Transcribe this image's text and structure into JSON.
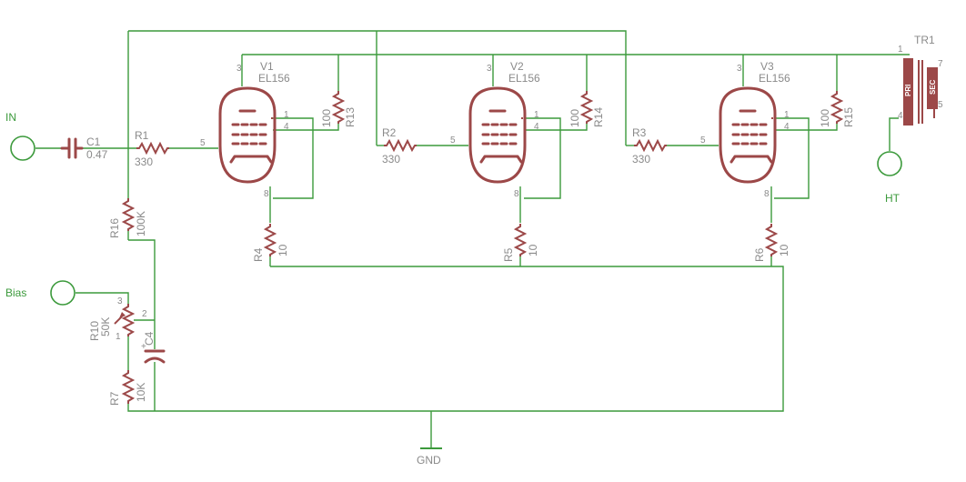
{
  "ports": {
    "in": "IN",
    "bias": "Bias",
    "ht": "HT",
    "gnd": "GND"
  },
  "input_cap": {
    "ref": "C1",
    "value": "0.47"
  },
  "bias_cap": {
    "ref": "C4"
  },
  "pot": {
    "ref": "R10",
    "value": "50K",
    "pins": [
      "1",
      "2",
      "3"
    ]
  },
  "bias_resistors": [
    {
      "ref": "R16",
      "value": "100K"
    },
    {
      "ref": "R7",
      "value": "10K"
    }
  ],
  "stages": [
    {
      "tube": "V1",
      "tube_type": "EL156",
      "grid_res": {
        "ref": "R1",
        "value": "330"
      },
      "screen_res": {
        "ref": "R13",
        "value": "100"
      },
      "cathode_res": {
        "ref": "R4",
        "value": "10"
      }
    },
    {
      "tube": "V2",
      "tube_type": "EL156",
      "grid_res": {
        "ref": "R2",
        "value": "330"
      },
      "screen_res": {
        "ref": "R14",
        "value": "100"
      },
      "cathode_res": {
        "ref": "R5",
        "value": "10"
      }
    },
    {
      "tube": "V3",
      "tube_type": "EL156",
      "grid_res": {
        "ref": "R3",
        "value": "330"
      },
      "screen_res": {
        "ref": "R15",
        "value": "100"
      },
      "cathode_res": {
        "ref": "R6",
        "value": "10"
      }
    }
  ],
  "tube_pins": {
    "anode": "3",
    "grid": "5",
    "screen_a": "1",
    "screen_b": "4",
    "cathode": "8"
  },
  "transformer": {
    "ref": "TR1",
    "pri": "PRI",
    "sec": "SEC",
    "pins": [
      "1",
      "4",
      "7",
      "5"
    ]
  },
  "colors": {
    "wire": "#3c9a3c",
    "part": "#9c4848",
    "label": "#8a8a8a"
  }
}
